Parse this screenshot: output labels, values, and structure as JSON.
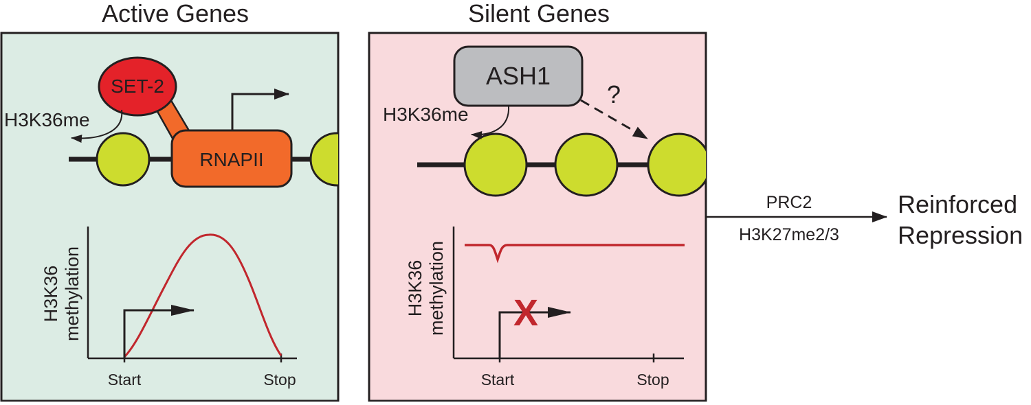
{
  "panels": {
    "active": {
      "title": "Active Genes",
      "enzyme": "SET-2",
      "polymerase": "RNAPII",
      "mark": "H3K36me",
      "plot": {
        "ylabel_line1": "H3K36",
        "ylabel_line2": "methylation",
        "x_start": "Start",
        "x_stop": "Stop"
      }
    },
    "silent": {
      "title": "Silent Genes",
      "enzyme": "ASH1",
      "mark": "H3K36me",
      "question": "?",
      "blocked_mark": "X",
      "plot": {
        "ylabel_line1": "H3K36",
        "ylabel_line2": "methylation",
        "x_start": "Start",
        "x_stop": "Stop"
      }
    }
  },
  "outcome": {
    "arrow_top_label": "PRC2",
    "arrow_bottom_label": "H3K27me2/3",
    "result_line1": "Reinforced",
    "result_line2": "Repression"
  },
  "colors": {
    "active_bg": "#dcece4",
    "silent_bg": "#f9dadd",
    "set2": "#e42229",
    "rnapii": "#f26a2a",
    "nucleosome": "#cddc2e",
    "ash1": "#bcbdc0",
    "curve": "#c1272d",
    "line": "#231f20"
  }
}
